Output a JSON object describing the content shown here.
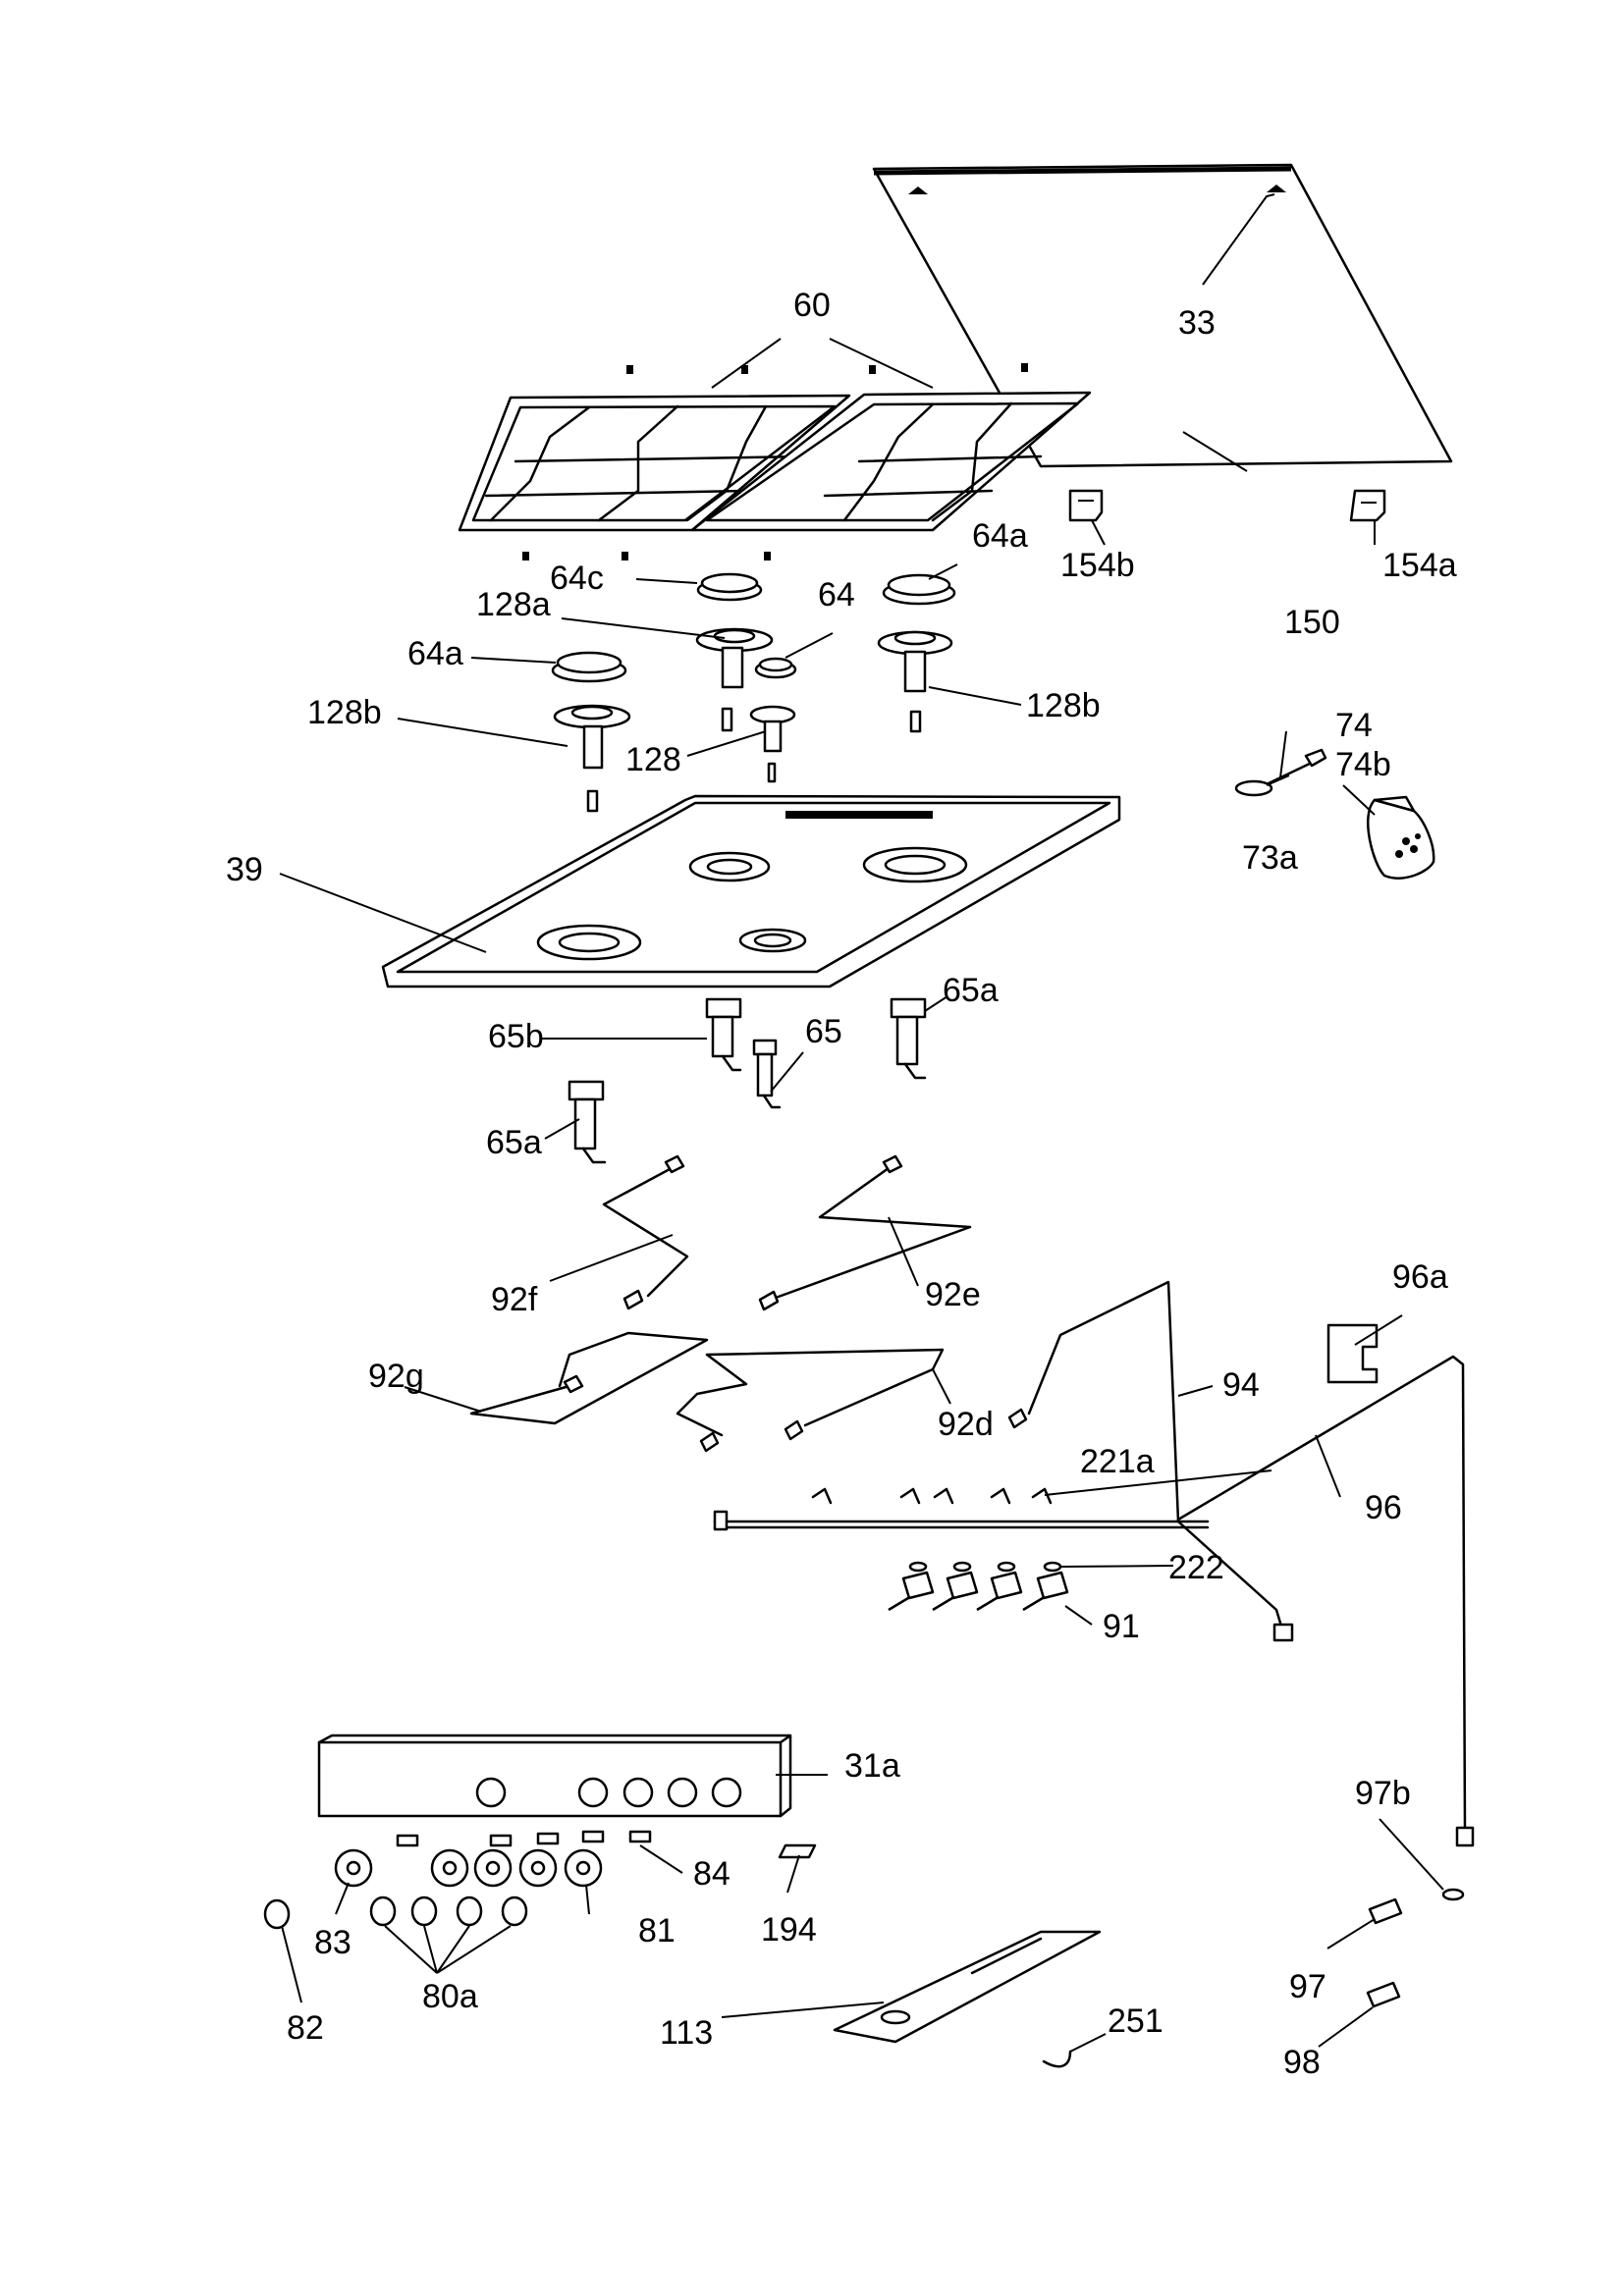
{
  "diagram": {
    "labels": {
      "l33": "33",
      "l60": "60",
      "l150": "150",
      "l154a": "154a",
      "l154b": "154b",
      "l64c": "64c",
      "l64a_r": "64a",
      "l128a": "128a",
      "l64": "64",
      "l64a_l": "64a",
      "l128b_l": "128b",
      "l128b_r": "128b",
      "l128": "128",
      "l74": "74",
      "l74b": "74b",
      "l73a": "73a",
      "l39": "39",
      "l65a_r": "65a",
      "l65b": "65b",
      "l65": "65",
      "l65a_l": "65a",
      "l92f": "92f",
      "l92e": "92e",
      "l96a": "96a",
      "l92g": "92g",
      "l92d": "92d",
      "l94": "94",
      "l221a": "221a",
      "l96": "96",
      "l222": "222",
      "l91": "91",
      "l31a": "31a",
      "l97b": "97b",
      "l84": "84",
      "l83": "83",
      "l81": "81",
      "l194": "194",
      "l80a": "80a",
      "l82": "82",
      "l97": "97",
      "l113": "113",
      "l251": "251",
      "l98": "98"
    }
  }
}
